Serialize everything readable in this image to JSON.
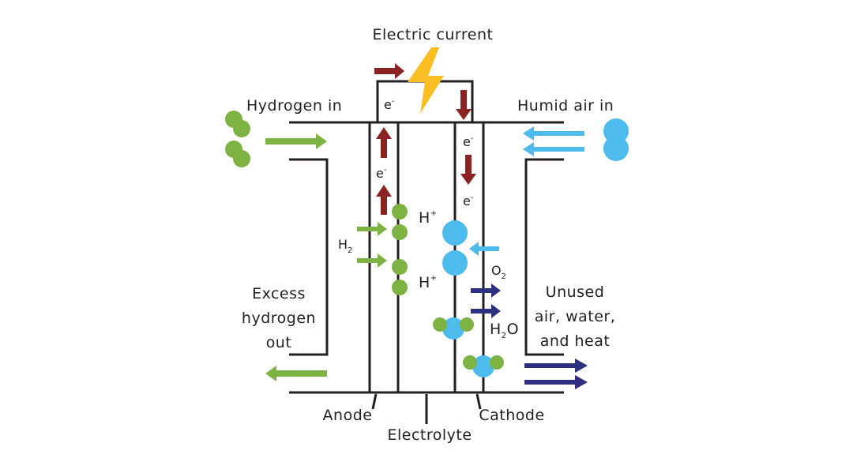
{
  "labels": {
    "electric_current": "Electric current",
    "hydrogen_in": "Hydrogen in",
    "humid_air_in": "Humid air in",
    "excess_line1": "Excess",
    "excess_line2": "hydrogen",
    "excess_line3": "out",
    "unused_line1": "Unused",
    "unused_line2": "air, water,",
    "unused_line3": "and heat",
    "anode": "Anode",
    "electrolyte": "Electrolyte",
    "cathode": "Cathode",
    "electron": "e",
    "electron_sup": "-",
    "proton": "H",
    "proton_sup": "+",
    "h2_main": "H",
    "h2_sub": "2",
    "o2_main": "O",
    "o2_sub": "2",
    "h2o_h": "H",
    "h2o_sub": "2",
    "h2o_o": "O"
  },
  "colors": {
    "line": "#231f20",
    "hydrogen_green": "#7cb342",
    "oxygen_blue": "#4dbbec",
    "electron_red": "#8b2323",
    "water_navy": "#2e3180",
    "bolt_yellow": "#fbbf24"
  },
  "icons": {
    "bolt": "lightning-bolt-icon",
    "arrow": "arrow-icon",
    "molecule": "molecule-icon"
  }
}
